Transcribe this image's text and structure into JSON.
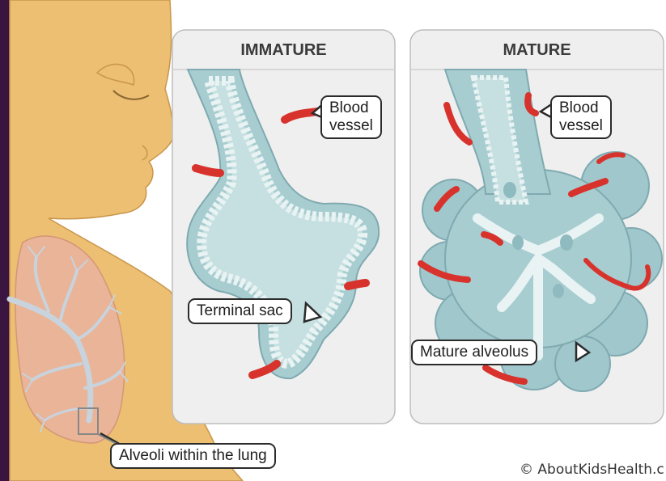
{
  "panels": {
    "immature": {
      "title": "IMMATURE"
    },
    "mature": {
      "title": "MATURE"
    }
  },
  "labels": {
    "immature_vessel": "Blood\nvessel",
    "mature_vessel": "Blood\nvessel",
    "terminal_sac": "Terminal sac",
    "mature_alveolus": "Mature alveolus",
    "alveoli_within_lung": "Alveoli within the lung"
  },
  "credit": "© AboutKidsHealth.c",
  "colors": {
    "skin": "#ecbf72",
    "skin_outline": "#c9964c",
    "lung": "#e9b49a",
    "bronchi": "#c8d3de",
    "panel_bg": "#efefef",
    "panel_border": "#bdbdbd",
    "tissue": "#a8cdd0",
    "tissue_dark": "#86b3b8",
    "vessel": "#d8322c",
    "left_edge": "#3a1540"
  }
}
